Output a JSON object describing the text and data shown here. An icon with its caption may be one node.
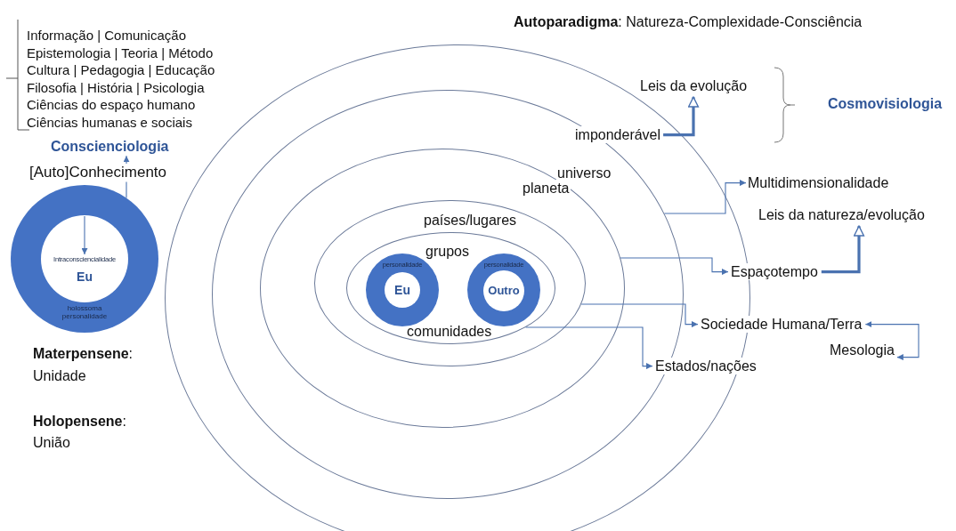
{
  "diagram": {
    "nodes": [
      {
        "text": [
          "holossoma personalidade"
        ]
      },
      {
        "text": [
          "Eu"
        ],
        "in": 0
      },
      {
        "text": [
          "Intraconsciencialidade"
        ],
        "in": 1
      },
      {
        "text": [
          "[Auto]Conhecimento"
        ]
      },
      {
        "text": [
          "Conscienciologia"
        ]
      },
      {
        "text": [],
        "shape": "ellipse"
      },
      {
        "text": [],
        "shape": "ellipse",
        "in": 5
      },
      {
        "text": [],
        "shape": "ellipse",
        "in": 6
      },
      {
        "text": [],
        "shape": "ellipse",
        "in": 7
      },
      {
        "text": [],
        "shape": "ellipse",
        "in": 8
      },
      {
        "text": [
          "personalidade"
        ],
        "in": 9
      },
      {
        "text": [
          "Eu"
        ],
        "in": 10
      },
      {
        "text": [
          "personalidade"
        ],
        "in": 9
      },
      {
        "text": [
          "Outro"
        ],
        "in": 12
      },
      {
        "text": [
          "imponderável"
        ],
        "in": 6
      },
      {
        "text": [
          "universo"
        ],
        "in": 7
      },
      {
        "text": [
          "planeta"
        ],
        "in": 7
      },
      {
        "text": [
          "países/lugares"
        ],
        "in": 8
      },
      {
        "text": [
          "grupos"
        ],
        "in": 9
      },
      {
        "text": [
          "comunidades"
        ],
        "in": 9
      },
      {
        "text": [
          "Leis da evolução"
        ],
        "in": 5
      },
      {
        "text": [
          "Multidimensionalidade"
        ]
      },
      {
        "text": [
          "Leis da natureza/evolução"
        ]
      },
      {
        "text": [
          "Espaçotempo"
        ]
      },
      {
        "text": [
          "Sociedade Humana/Terra"
        ]
      },
      {
        "text": [
          "Mesologia"
        ]
      },
      {
        "text": [
          "Estados/nações"
        ]
      }
    ],
    "edges": [
      {
        "from": 0,
        "to": 3,
        "arrow": "none"
      },
      {
        "from": 3,
        "to": 4,
        "arrow": "to"
      },
      {
        "from": 1,
        "to": 2,
        "arrow": "to"
      },
      {
        "from": 14,
        "to": 20,
        "arrow": "to",
        "style": "thick"
      },
      {
        "from": 6,
        "to": 21,
        "arrow": "to"
      },
      {
        "from": 7,
        "to": 23,
        "arrow": "to"
      },
      {
        "from": 23,
        "to": 22,
        "arrow": "to",
        "style": "thick"
      },
      {
        "from": 8,
        "to": 24,
        "arrow": "to"
      },
      {
        "from": 9,
        "to": 26,
        "arrow": "to"
      },
      {
        "from": 25,
        "to": 24,
        "arrow": "both"
      }
    ],
    "labels": [
      "**Autoparadigma**: Natureza-Complexidade-Consciência",
      "Informação | Comunicação",
      "Epistemologia | Teoria | Método",
      "Cultura | Pedagogia | Educação",
      "Filosofia | História | Psicologia",
      "Ciências do espaço humano",
      "Ciências humanas e sociais",
      "Cosmovisiologia",
      "**Materpensene**:",
      "Unidade",
      "**Holopensene**:",
      "União"
    ]
  }
}
